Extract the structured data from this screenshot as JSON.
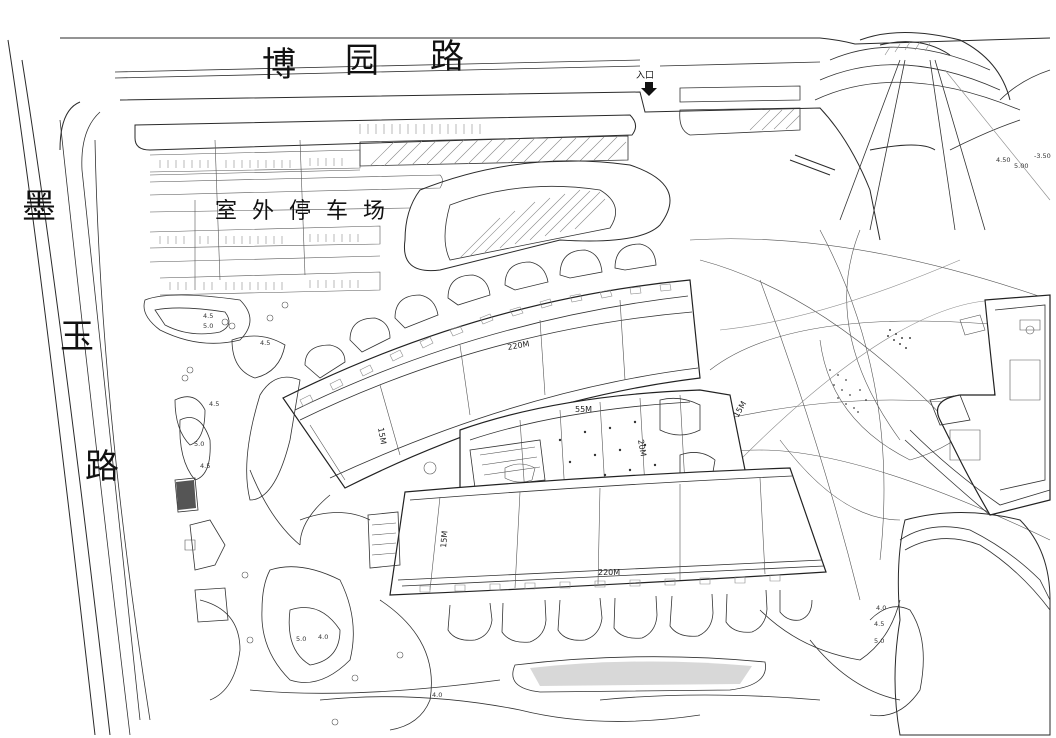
{
  "roads": {
    "north": [
      "博",
      "园",
      "路"
    ],
    "west": [
      "墨",
      "玉",
      "路"
    ]
  },
  "parking": {
    "label": "室 外 停 车 场"
  },
  "entrance": {
    "label": "入口"
  },
  "buildings": {
    "north_length": "220M",
    "south_length": "220M",
    "center_span": "55M",
    "north_width": "15M",
    "south_width": "15M",
    "link_width": "20M",
    "east_width": "15M"
  },
  "elevations": [
    "4.5",
    "5.0",
    "4.5",
    "4.5",
    "5.0",
    "4.5",
    "5.0",
    "4.0",
    "4.5",
    "5.0",
    "4.0",
    "4.0",
    "4.50",
    "5.00",
    "-3.50"
  ]
}
